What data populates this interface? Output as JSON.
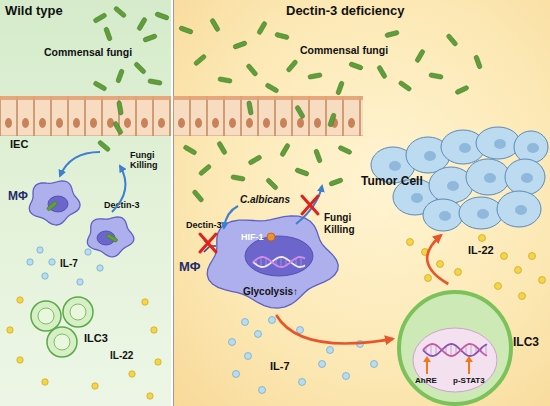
{
  "diagram": {
    "nodes": [
      {
        "text": [
          "Wild type"
        ]
      },
      {
        "text": [
          "Dectin-3 deficiency"
        ]
      },
      {
        "text": [
          "IEC"
        ],
        "in": 0
      },
      {
        "text": [
          "MΦ"
        ],
        "in": 0
      },
      {
        "text": [
          "Dectin-3"
        ],
        "in": 0
      },
      {
        "text": [
          "ILC3"
        ],
        "in": 0
      },
      {
        "text": [
          "Tumor Cell"
        ],
        "in": 1
      },
      {
        "text": [
          "MΦ",
          "HIF-1",
          "Glycolysis↑"
        ],
        "in": 1
      },
      {
        "text": [
          "ILC3",
          "AhRE",
          "p-STAT3"
        ],
        "in": 1
      }
    ],
    "edges": [
      {
        "from": 7,
        "to": 8,
        "arrow": "to"
      },
      {
        "from": 8,
        "to": 6,
        "arrow": "to"
      }
    ],
    "labels": [
      "Commensal fungi",
      "Commensal fungi",
      "Fungi Killing",
      "IL-7",
      "IL-22",
      "C.albicans",
      "Dectin-3",
      "Fungi Killing",
      "IL-22",
      "IL-7"
    ]
  }
}
